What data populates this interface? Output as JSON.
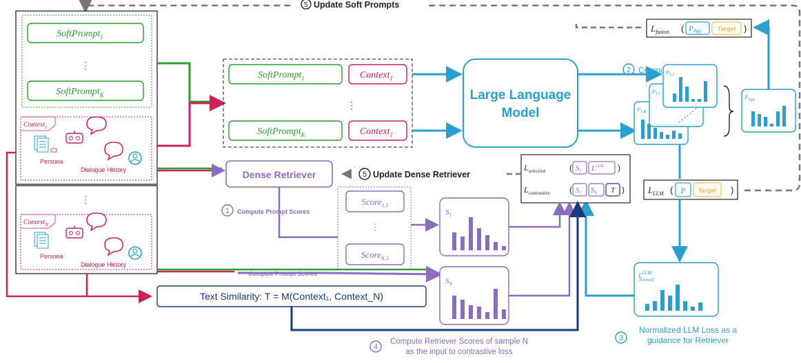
{
  "colors": {
    "green": "#2e9e2e",
    "crimson": "#cc2255",
    "blue": "#2aa0d0",
    "purple": "#8a6cc0",
    "navy": "#1a3a7a",
    "gray": "#777777",
    "yellow": "#f0c040"
  },
  "header": {
    "step5_prompts_label": "Update Soft Prompts"
  },
  "left_panel": {
    "soft_prompt_1": "SoftPrompt",
    "soft_prompt_1_sub": "1",
    "ellipsis": "⋮",
    "soft_prompt_k": "SoftPrompt",
    "soft_prompt_k_sub": "K",
    "context_1": "Context",
    "context_1_sub": "1",
    "persona_label": "Persona",
    "dialogue_history_label": "Dialogue History",
    "context_n": "Context",
    "context_n_sub": "N"
  },
  "llm_input": {
    "soft_prompt_1": "SoftPrompt",
    "soft_prompt_1_sub": "1",
    "soft_prompt_k": "SoftPrompt",
    "soft_prompt_k_sub": "K",
    "context_a": "Context",
    "context_a_sub": "1",
    "context_b": "Context",
    "context_b_sub": "1"
  },
  "llm": {
    "line1": "Large Language",
    "line2": "Model"
  },
  "step2_label": "Compute LLM Loss",
  "loss_fusion": {
    "name": "L",
    "sub": "fusion",
    "p_agg": "P",
    "p_agg_sub": "Agg",
    "target": "Target"
  },
  "loss_llm": {
    "name": "L",
    "sub": "LLM",
    "p": "P",
    "target": "Target"
  },
  "loss_selection": {
    "name": "L",
    "sub": "selection",
    "s1": "S",
    "s1_sub": "1",
    "l_llm": "L",
    "l_llm_sup": "LLM"
  },
  "loss_contrastive": {
    "name": "L",
    "sub": "contrastive",
    "s1": "S",
    "s1_sub": "1",
    "sn": "S",
    "sn_sub": "N",
    "t": "T"
  },
  "prob_labels": {
    "p11": "P",
    "p11_sub": "1,1",
    "p1i": "P",
    "p1i_sub": "1,i",
    "p1k": "P",
    "p1k_sub": "1,K",
    "pagg": "P",
    "pagg_sub": "Agg"
  },
  "dense_retriever": "Dense Retriever",
  "step5_retriever_label": "Update Dense Retriever",
  "step1_label": "Compute Prompt Scores",
  "compute_scores_label2": "Compute Prompt Scores",
  "scores": {
    "top": "Score",
    "top_sub": "1,1",
    "bottom": "Score",
    "bottom_sub": "K,1"
  },
  "s1_label": "S",
  "s1_sub": "1",
  "sn_label": "S",
  "sn_sub": "N",
  "llm_normed": {
    "name": "L",
    "sup": "LLM",
    "sub": "normed"
  },
  "text_similarity": "Text Similarity: T = M(Context₁, Context_N)",
  "step3_label_line1": "Normalized LLM Loss as a",
  "step3_label_line2": "guidance for Retriever",
  "step4_label_line1": "Compute Retriever Scores of sample N",
  "step4_label_line2": "as the input to contrastive loss",
  "step_numbers": {
    "one": "1",
    "two": "2",
    "three": "3",
    "four": "4",
    "five": "5"
  }
}
